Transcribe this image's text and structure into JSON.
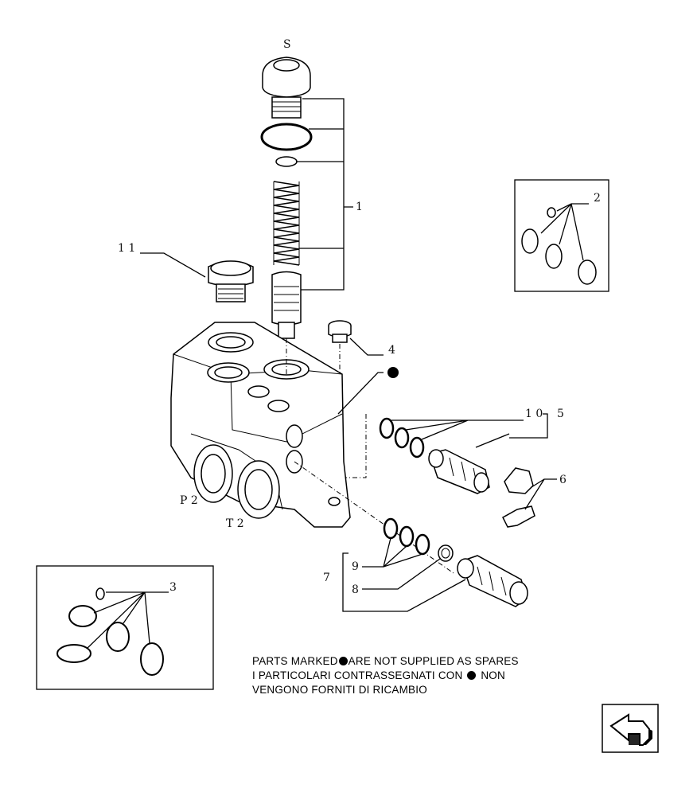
{
  "callouts": {
    "c1": "1",
    "c2": "2",
    "c3": "3",
    "c4": "4",
    "c5": "5",
    "c6": "6",
    "c7": "7",
    "c8": "8",
    "c9": "9",
    "c10": "1 0",
    "c11": "1 1",
    "s": "S",
    "p2": "P 2",
    "t2": "T 2"
  },
  "note": {
    "line1a": "PARTS MARKED",
    "line1b": "ARE NOT SUPPLIED AS SPARES",
    "line2a": "I  PARTICOLARI  CONTRASSEGNATI  CON",
    "line2b": "NON",
    "line3": "VENGONO FORNITI DI RICAMBIO"
  },
  "icons": {
    "bullet": "filled-circle-icon",
    "nav": "next-page-arrow-icon"
  }
}
